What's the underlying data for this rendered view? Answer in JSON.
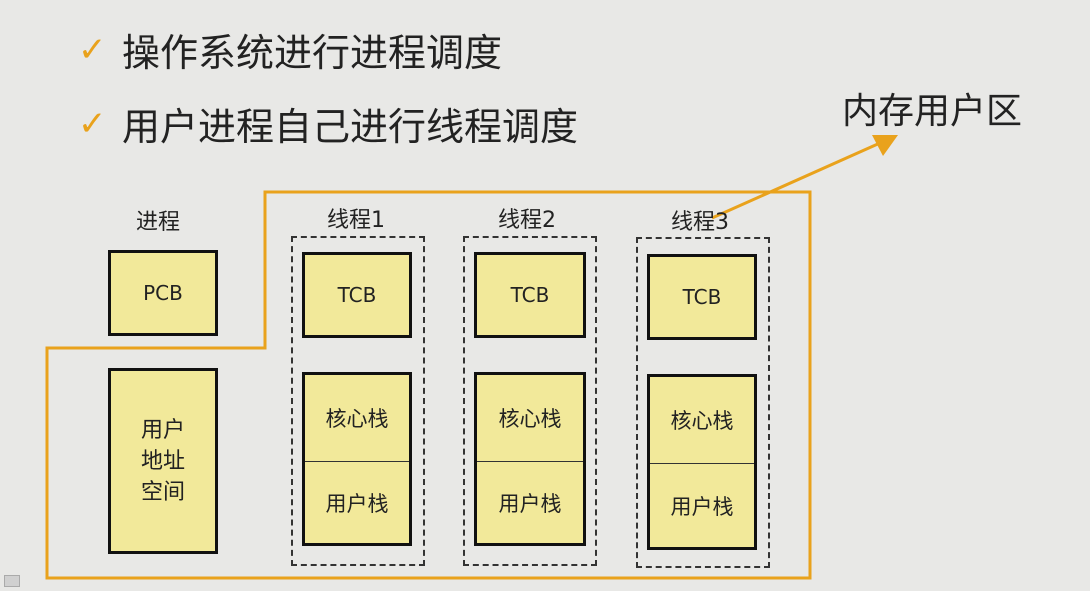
{
  "bullets": [
    {
      "text": "操作系统进行进程调度"
    },
    {
      "text": "用户进程自己进行线程调度"
    }
  ],
  "memory_label": "内存用户区",
  "process": {
    "label": "进程",
    "pcb": "PCB",
    "address_space": [
      "用户",
      "地址",
      "空间"
    ]
  },
  "threads": [
    {
      "label": "线程1",
      "tcb": "TCB",
      "kernel_stack": "核心栈",
      "user_stack": "用户栈"
    },
    {
      "label": "线程2",
      "tcb": "TCB",
      "kernel_stack": "核心栈",
      "user_stack": "用户栈"
    },
    {
      "label": "线程3",
      "tcb": "TCB",
      "kernel_stack": "核心栈",
      "user_stack": "用户栈"
    }
  ],
  "colors": {
    "box_fill": "#f2e99a",
    "region_outline": "#e9a21c",
    "check": "#e9a21c"
  },
  "icons": {
    "check": "check-icon",
    "arrow": "arrow-icon"
  }
}
